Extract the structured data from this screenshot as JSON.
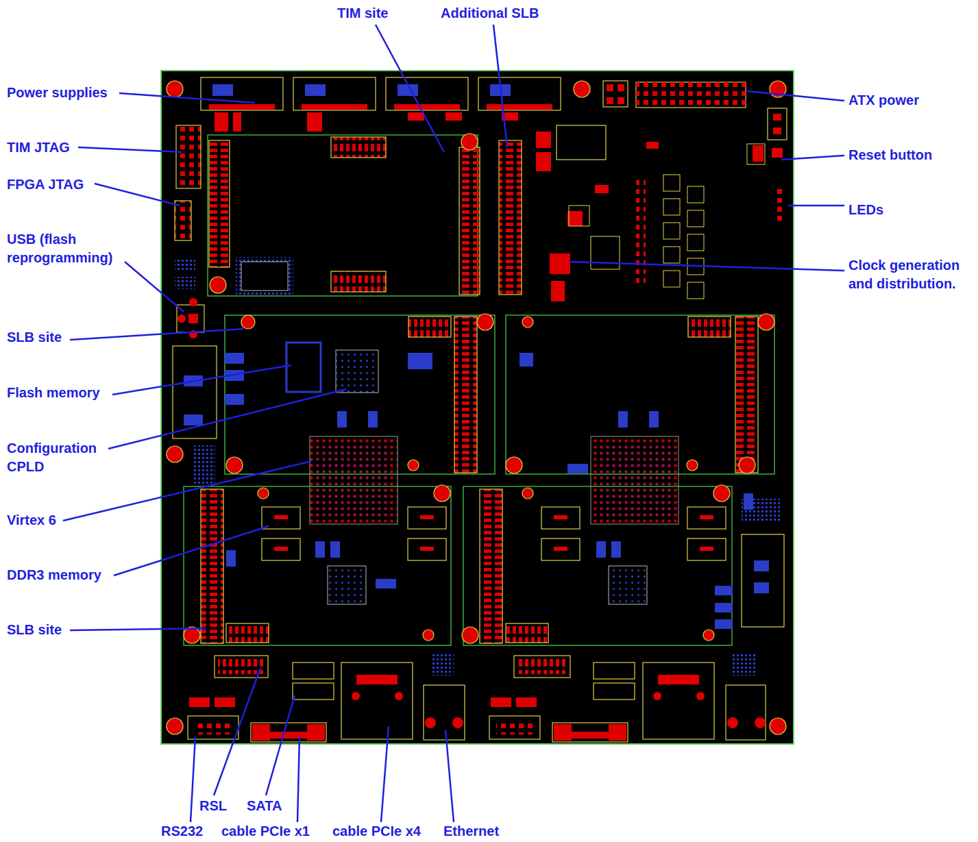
{
  "diagram": {
    "labels": [
      "TIM site",
      "Additional SLB",
      "Power supplies",
      "TIM JTAG",
      "FPGA JTAG",
      "USB (flash reprogramming)",
      "SLB site",
      "Flash memory",
      "Configuration CPLD",
      "Virtex 6",
      "DDR3 memory",
      "SLB site",
      "ATX power",
      "Reset button",
      "LEDs",
      "Clock generation and distribution.",
      "RSL",
      "SATA",
      "RS232",
      "cable PCIe x1",
      "cable PCIe x4",
      "Ethernet"
    ]
  }
}
